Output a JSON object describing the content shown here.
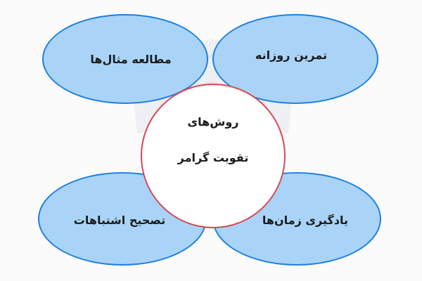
{
  "diagram": {
    "center": {
      "line1": "روش‌های",
      "line2": "تقویت گرامر"
    },
    "nodes": {
      "top_left": "مطالعه مثال‌ها",
      "top_right": "تمرین روزانه",
      "bottom_left": "تصحیح اشتباهات",
      "bottom_right": "یادگیری زمان‌ها"
    }
  },
  "colors": {
    "node_fill": "#a9d4f7",
    "node_border": "#1f80e0",
    "center_border": "#d64b58",
    "center_fill": "#ffffff",
    "text": "#1b1b1b"
  },
  "watermark": {
    "icon": "logo-watermark-icon"
  }
}
